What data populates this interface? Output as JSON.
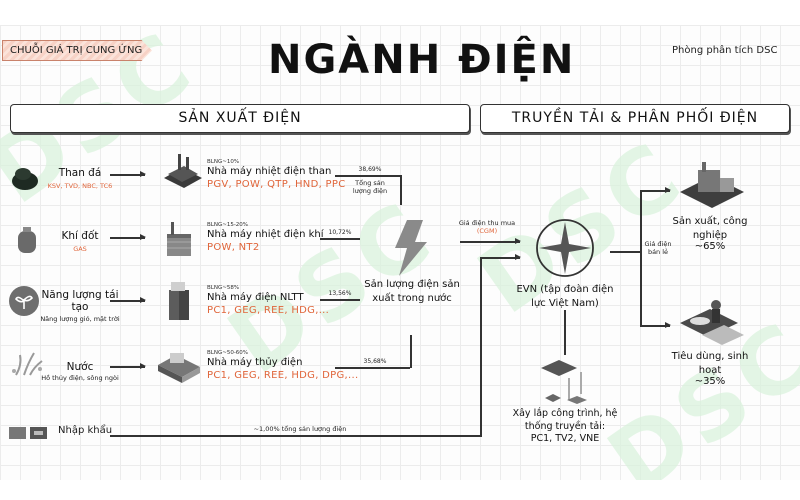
{
  "header": {
    "tag": "CHUỖI GIÁ TRỊ CUNG ỨNG",
    "title": "NGÀNH ĐIỆN",
    "author": "Phòng phân tích DSC",
    "watermark": "DSC"
  },
  "sections": {
    "production": "SẢN XUẤT ĐIỆN",
    "transmission": "TRUYỀN TẢI & PHÂN PHỐI ĐIỆN"
  },
  "sources": [
    {
      "name": "Than đá",
      "sub": "KSV, TVD, NBC, TC6",
      "icon": "coal-icon"
    },
    {
      "name": "Khí đốt",
      "sub": "GAS",
      "icon": "gas-tank-icon"
    },
    {
      "name": "Năng lượng tái tạo",
      "sub": "Năng lượng gió, mặt trời",
      "icon": "sprout-icon"
    },
    {
      "name": "Nước",
      "sub": "Hồ thủy điện, sông ngòi",
      "icon": "water-splash-icon"
    },
    {
      "name": "Nhập khẩu",
      "sub": "",
      "icon": "flags-icon"
    }
  ],
  "plants": [
    {
      "meta": "BLNG~10%",
      "name": "Nhà máy nhiệt điện than",
      "companies": "PGV, POW, QTP, HND, PPC",
      "share": "38,69%",
      "icon": "coal-plant-icon"
    },
    {
      "meta": "BLNG~15-20%",
      "name": "Nhà máy nhiệt điện khí",
      "companies": "POW, NT2",
      "share": "10,72%",
      "icon": "gas-plant-icon"
    },
    {
      "meta": "BLNG~58%",
      "name": "Nhà máy điện NLTT",
      "companies": "PC1, GEG, REE, HDG,...",
      "share": "13,56%",
      "icon": "renewable-plant-icon"
    },
    {
      "meta": "BLNG~50-60%",
      "name": "Nhà máy thủy điện",
      "companies": "PC1, GEG, REE, HDG, DPG,...",
      "share": "35,68%",
      "icon": "hydro-plant-icon"
    }
  ],
  "import_share": "~1,00% tổng sản lượng điện",
  "total_label": "Tổng sản lượng điện",
  "domestic": {
    "label": "Sản lượng điện sản xuất trong nước",
    "icon": "lightning-icon"
  },
  "purchase_price": {
    "prefix": "Giá điện thu mua",
    "suffix": "(CGM)"
  },
  "evn": {
    "label": "EVN (tập đoàn điện lực Việt Nam)",
    "icon": "evn-star-icon"
  },
  "retail_price": "Giá điện bán lẻ",
  "construction": {
    "label": "Xây lắp công trình, hệ thống truyền tải:",
    "companies": "PC1, TV2, VNE",
    "icon": "grid-construction-icon"
  },
  "consumers": [
    {
      "label": "Sản xuất, công nghiệp",
      "share": "~65%",
      "icon": "factory-city-icon"
    },
    {
      "label": "Tiêu dùng, sinh hoạt",
      "share": "~35%",
      "icon": "household-sofa-icon"
    }
  ],
  "colors": {
    "accent": "#e0653a",
    "watermark": "#d9f3dc",
    "grid": "#ececec",
    "ink": "#1a1a1a"
  }
}
